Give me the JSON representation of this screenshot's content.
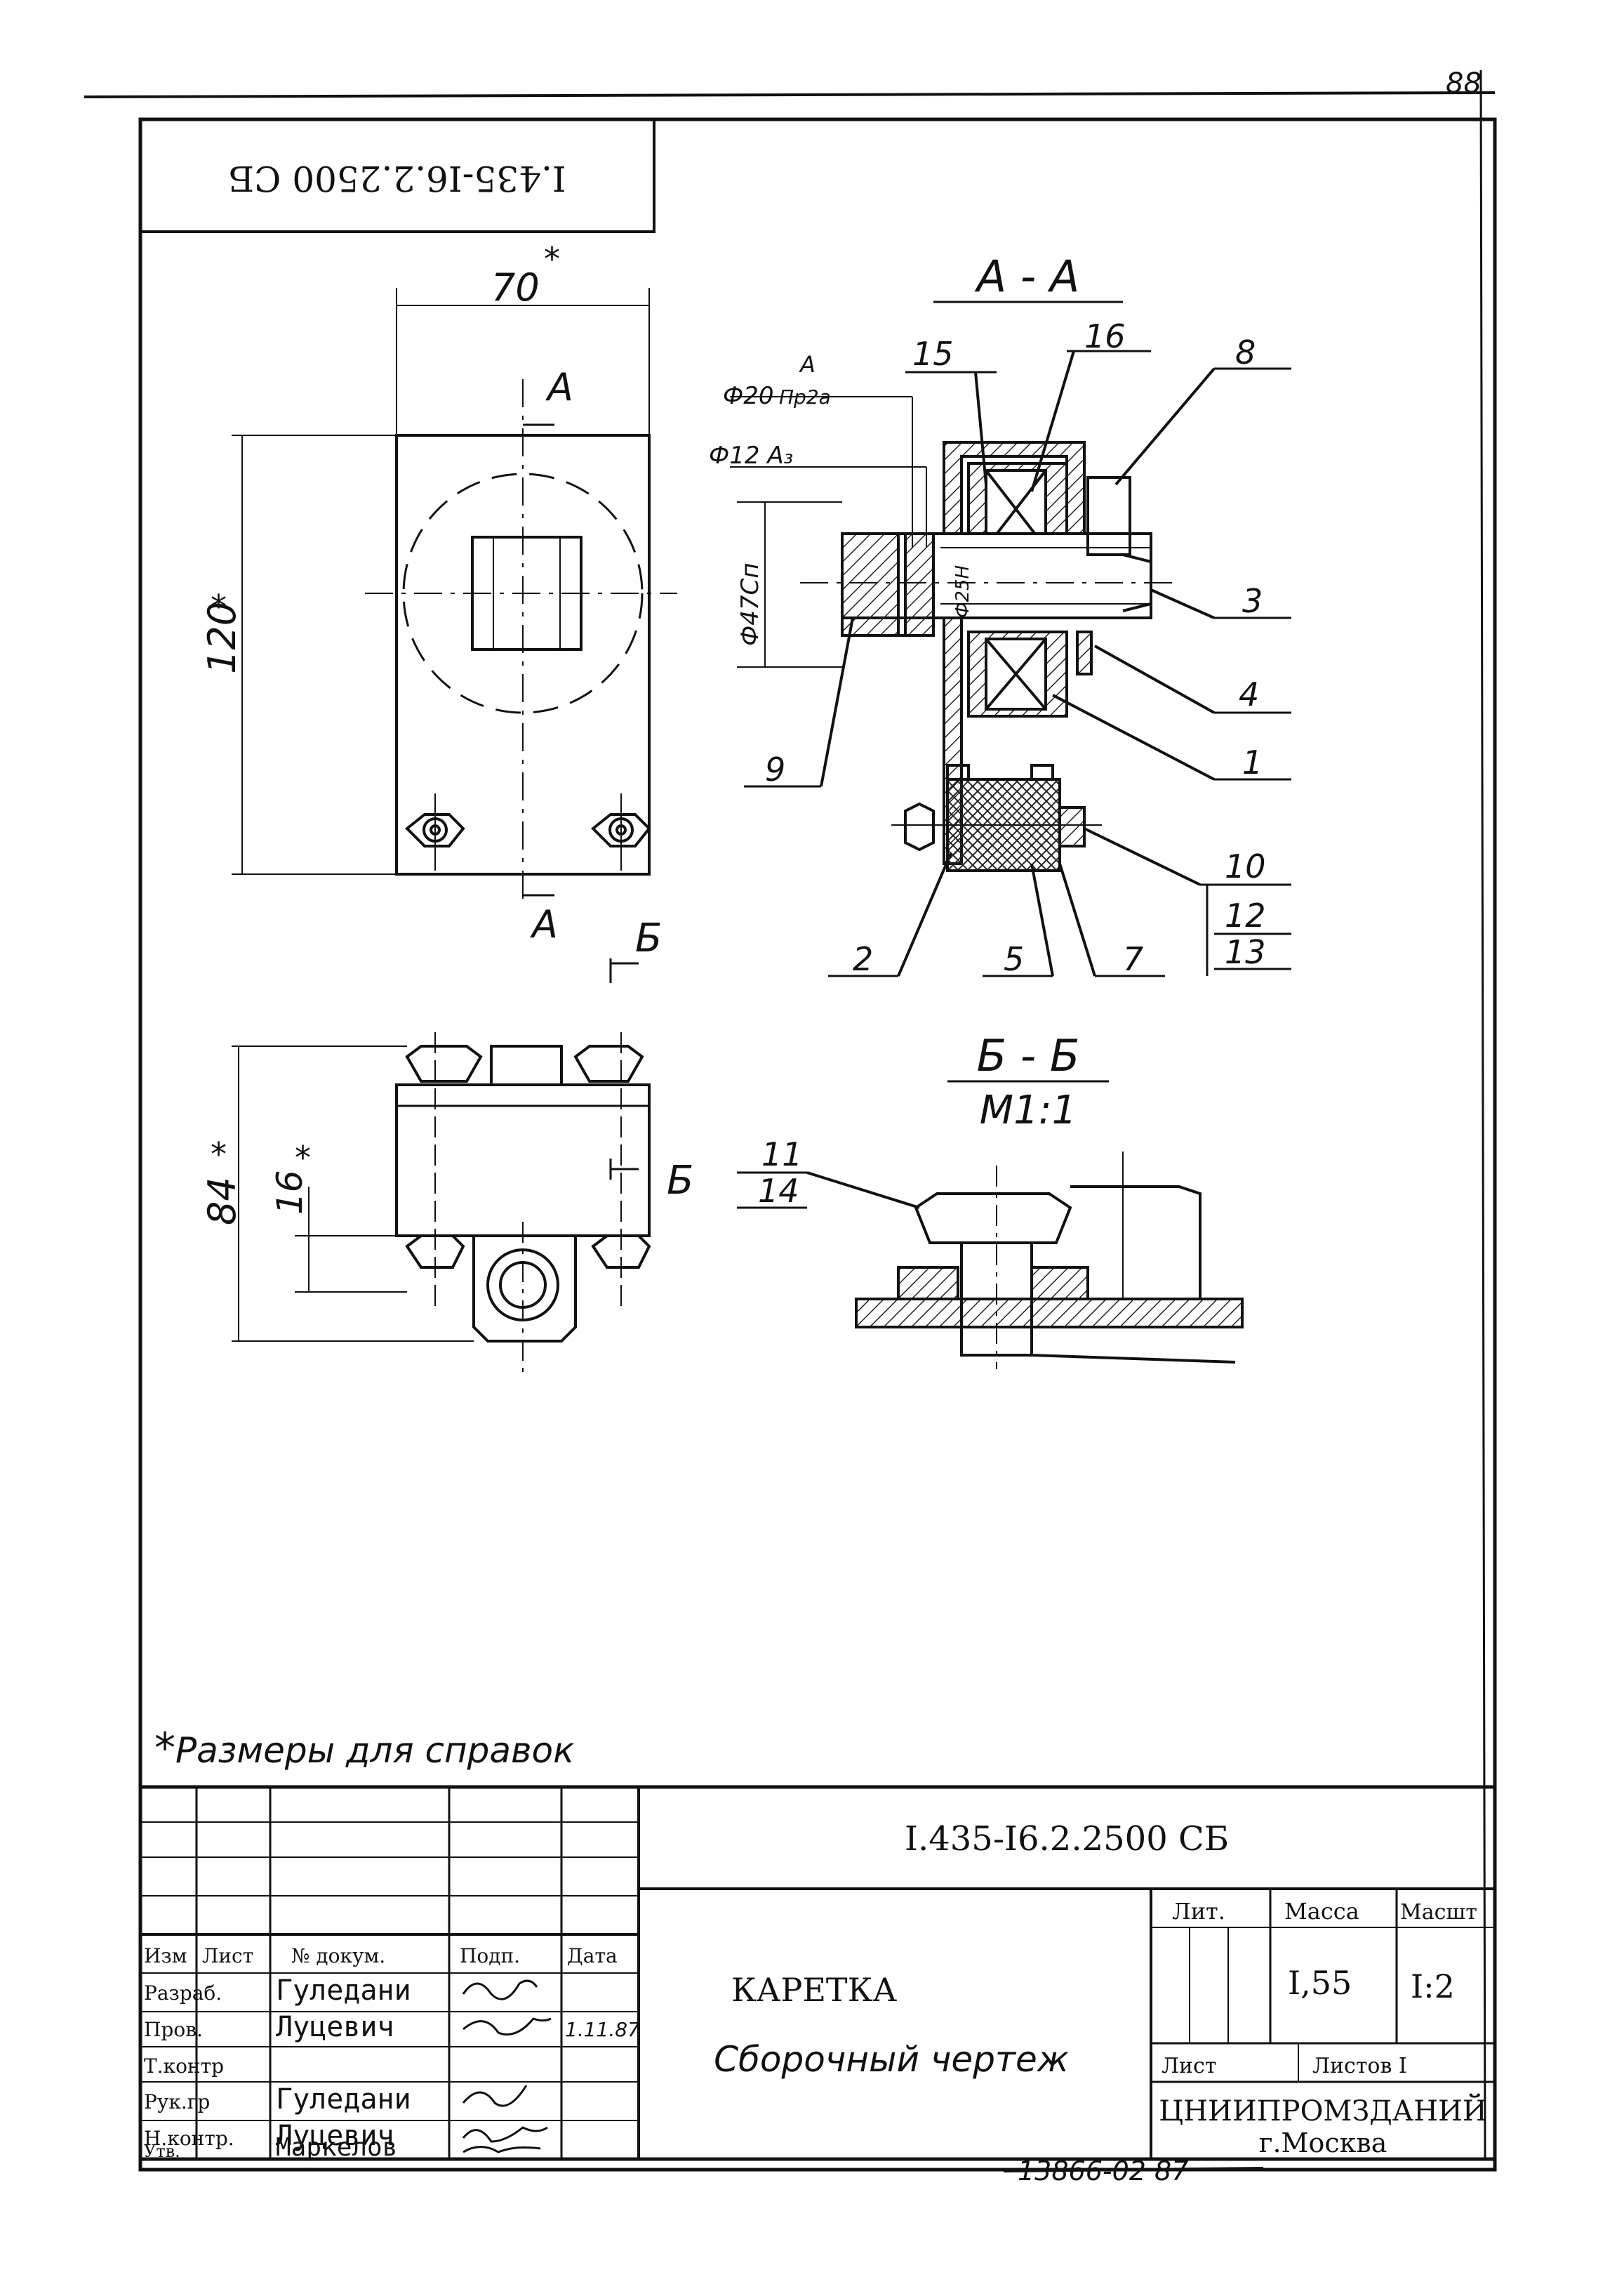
{
  "sheet": {
    "page_number": "88",
    "doc_code_rotated": "I.435-I6.2.2500 СБ",
    "footnote": "Размеры для справок"
  },
  "views": {
    "front": {
      "width_dim": "70",
      "height_dim": "120",
      "star": "*",
      "section_a_top": "А",
      "section_a_bottom": "А"
    },
    "side": {
      "height_dim": "84",
      "small_dim": "16",
      "star": "*",
      "section_b_top": "Б",
      "section_b_bottom": "Б"
    },
    "section_aa": {
      "title": "А - А",
      "dim_phi20_label": "Ф20",
      "dim_phi20_fit_top": "А",
      "dim_phi20_fit_bottom": "Пр2а",
      "dim_phi12": "Ф12 А₃",
      "dim_phi47": "Ф47Сп",
      "dim_phi25": "Ф25Н",
      "callouts": [
        "15",
        "16",
        "8",
        "3",
        "4",
        "1",
        "9",
        "10",
        "12",
        "13",
        "2",
        "5",
        "7"
      ]
    },
    "section_bb": {
      "title": "Б - Б",
      "scale": "М1:1",
      "callout_top": "11",
      "callout_bottom": "14"
    }
  },
  "title_block": {
    "designation": "I.435-I6.2.2500 СБ",
    "header_cols": [
      "Изм",
      "Лист",
      "№ докум.",
      "Подп.",
      "Дата"
    ],
    "roles": [
      "Разраб.",
      "Пров.",
      "Т.контр",
      "Рук.гр",
      "Н.контр.",
      "Утв."
    ],
    "names": [
      "Гуледани",
      "Луцевич",
      "",
      "Гуледани",
      "Луцевич",
      "Маркелов"
    ],
    "date_entry": "1.11.87",
    "product_name": "КАРЕТКА",
    "doc_type": "Сборочный чертеж",
    "lit_label": "Лит.",
    "mass_label": "Масса",
    "scale_label": "Масшт",
    "mass_value": "I,55",
    "scale_value": "I:2",
    "sheet_label": "Лист",
    "sheets_label": "Листов I",
    "organization": "ЦНИИПРОМЗДАНИЙ",
    "city": "г.Москва",
    "archive_number": "13866-02 87"
  },
  "colors": {
    "ink": "#111111",
    "hatch": "#222222",
    "paper": "#ffffff"
  }
}
